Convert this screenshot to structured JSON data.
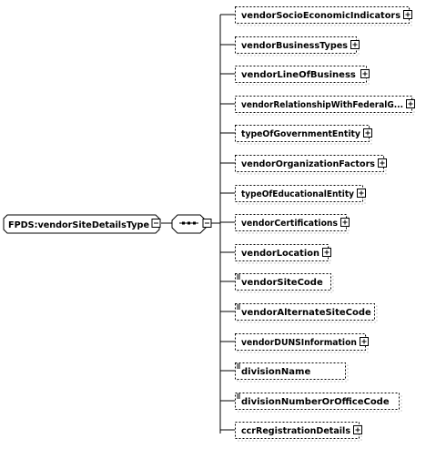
{
  "root": {
    "label": "FPDS:vendorSiteDetailsType"
  },
  "compositor": {
    "kind": "sequence",
    "icon": "sequence-icon"
  },
  "elements": [
    {
      "label": "vendorSocioEconomicIndicators",
      "optional": true,
      "expandable": true,
      "simple": false
    },
    {
      "label": "vendorBusinessTypes",
      "optional": true,
      "expandable": true,
      "simple": false
    },
    {
      "label": "vendorLineOfBusiness",
      "optional": true,
      "expandable": true,
      "simple": false
    },
    {
      "label": "vendorRelationshipWithFederalG...",
      "optional": true,
      "expandable": true,
      "simple": false
    },
    {
      "label": "typeOfGovernmentEntity",
      "optional": true,
      "expandable": true,
      "simple": false
    },
    {
      "label": "vendorOrganizationFactors",
      "optional": true,
      "expandable": true,
      "simple": false
    },
    {
      "label": "typeOfEducationalEntity",
      "optional": true,
      "expandable": true,
      "simple": false
    },
    {
      "label": "vendorCertifications",
      "optional": true,
      "expandable": true,
      "simple": false
    },
    {
      "label": "vendorLocation",
      "optional": true,
      "expandable": true,
      "simple": false
    },
    {
      "label": "vendorSiteCode",
      "optional": true,
      "expandable": false,
      "simple": true
    },
    {
      "label": "vendorAlternateSiteCode",
      "optional": true,
      "expandable": false,
      "simple": true
    },
    {
      "label": "vendorDUNSInformation",
      "optional": true,
      "expandable": true,
      "simple": false
    },
    {
      "label": "divisionName",
      "optional": true,
      "expandable": false,
      "simple": true
    },
    {
      "label": "divisionNumberOrOfficeCode",
      "optional": true,
      "expandable": false,
      "simple": true
    },
    {
      "label": "ccrRegistrationDetails",
      "optional": true,
      "expandable": true,
      "simple": false
    }
  ],
  "colors": {
    "line": "#000000",
    "box_fill": "#ffffff",
    "shadow": "#c8c8c8",
    "text": "#000000"
  }
}
